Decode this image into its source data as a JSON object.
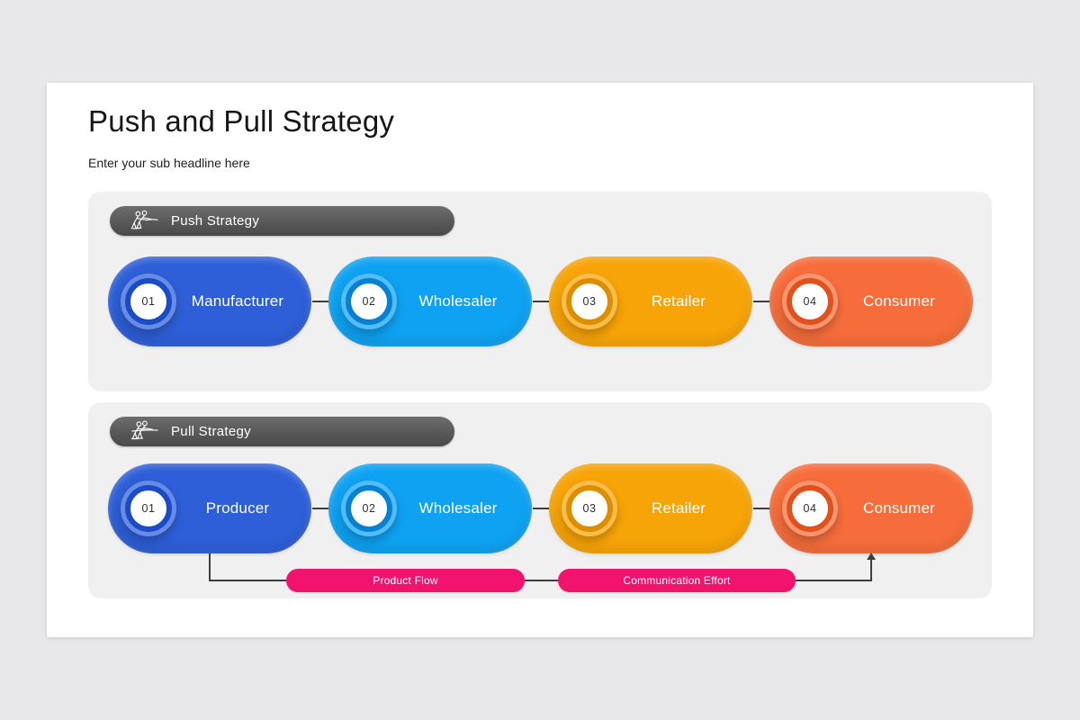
{
  "slide": {
    "title": "Push and Pull Strategy",
    "subtitle": "Enter your sub headline here"
  },
  "colors": {
    "page_bg": "#E8E8EA",
    "card_bg": "#FFFFFF",
    "panel_bg": "#F0F0F1",
    "strategy_badge": "#585858",
    "flow_badge": "#F2136F",
    "line": "#3F3F3F"
  },
  "rows": [
    {
      "id": "push",
      "badge": {
        "label": "Push Strategy",
        "icon": "people-pushing-icon"
      },
      "steps": [
        {
          "num": "01",
          "label": "Manufacturer",
          "color": "#2E5FD8",
          "ring": "#1C4BC8"
        },
        {
          "num": "02",
          "label": "Wholesaler",
          "color": "#0FA2F2",
          "ring": "#0680D0"
        },
        {
          "num": "03",
          "label": "Retailer",
          "color": "#F7A408",
          "ring": "#DD8E00"
        },
        {
          "num": "04",
          "label": "Consumer",
          "color": "#F66D3B",
          "ring": "#E1511C"
        }
      ]
    },
    {
      "id": "pull",
      "badge": {
        "label": "Pull Strategy",
        "icon": "people-pulling-icon"
      },
      "steps": [
        {
          "num": "01",
          "label": "Producer",
          "color": "#2E5FD8",
          "ring": "#1C4BC8"
        },
        {
          "num": "02",
          "label": "Wholesaler",
          "color": "#0FA2F2",
          "ring": "#0680D0"
        },
        {
          "num": "03",
          "label": "Retailer",
          "color": "#F7A408",
          "ring": "#DD8E00"
        },
        {
          "num": "04",
          "label": "Consumer",
          "color": "#F66D3B",
          "ring": "#E1511C"
        }
      ],
      "flow_badges": [
        {
          "label": "Product Flow"
        },
        {
          "label": "Communication Effort"
        }
      ]
    }
  ]
}
